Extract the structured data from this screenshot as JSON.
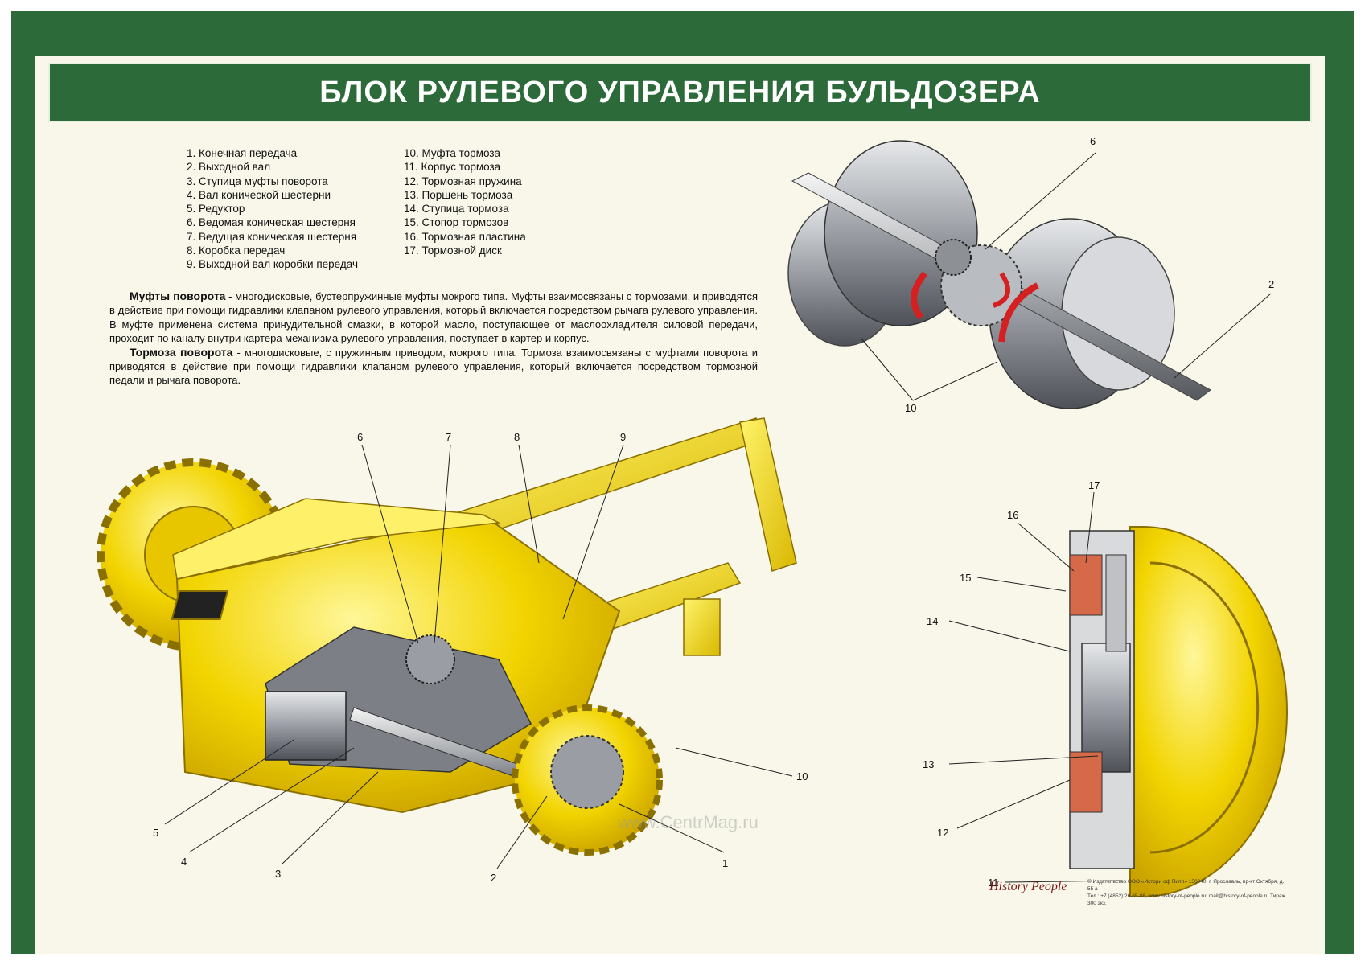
{
  "title": "БЛОК РУЛЕВОГО УПРАВЛЕНИЯ БУЛЬДОЗЕРА",
  "legend_left": [
    "1. Конечная передача",
    "2. Выходной вал",
    "3. Ступица муфты поворота",
    "4. Вал конической шестерни",
    "5. Редуктор",
    "6. Ведомая коническая шестерня",
    "7. Ведущая коническая шестерня",
    "8. Коробка передач",
    "9. Выходной вал коробки передач"
  ],
  "legend_right": [
    "10. Муфта тормоза",
    "11. Корпус тормоза",
    "12. Тормозная пружина",
    "13. Поршень тормоза",
    "14. Ступица тормоза",
    "15. Стопор тормозов",
    "16. Тормозная пластина",
    "17. Тормозной диск"
  ],
  "description": {
    "p1_head": "Муфты поворота",
    "p1_text": " - многодисковые, бустерпружинные муфты мокрого типа. Муфты взаимосвязаны с тормозами, и приводятся в действие при помощи гидравлики клапаном рулевого управления, который включается посредством рычага рулевого управления. В муфте применена система принудительной смазки, в которой масло, поступающее от маслоохладителя силовой передачи, проходит по каналу внутри картера механизма рулевого управления, поступает в картер и корпус.",
    "p2_head": "Тормоза поворота",
    "p2_text": " - многодисковые, с пружинным приводом, мокрого типа. Тормоза взаимосвязаны с муфтами поворота и приводятся в действие при помощи гидравлики клапаном рулевого управления, который включается посредством тормозной педали и рычага поворота."
  },
  "callouts": {
    "main": [
      "1",
      "2",
      "3",
      "4",
      "5",
      "6",
      "7",
      "8",
      "9",
      "10"
    ],
    "clutch": [
      "6",
      "2",
      "10"
    ],
    "brake": [
      "17",
      "16",
      "15",
      "14",
      "13",
      "12",
      "11"
    ]
  },
  "watermark": "www.CentrMag.ru",
  "footer": {
    "logo": "History People",
    "line1": "© Издательство ООО «Истори оф Пипл» 150040, г. Ярославль, пр-кт Октября, д. 55 а",
    "line2": "Тел.: +7 (4852) 26-65-08, www.history-of-people.ru; mail@history-of-people.ru Тираж 300 экз."
  },
  "colors": {
    "frame": "#2c6a3a",
    "panel": "#f9f7ea",
    "machine": "#f2d400",
    "metal": "#8c9096"
  }
}
